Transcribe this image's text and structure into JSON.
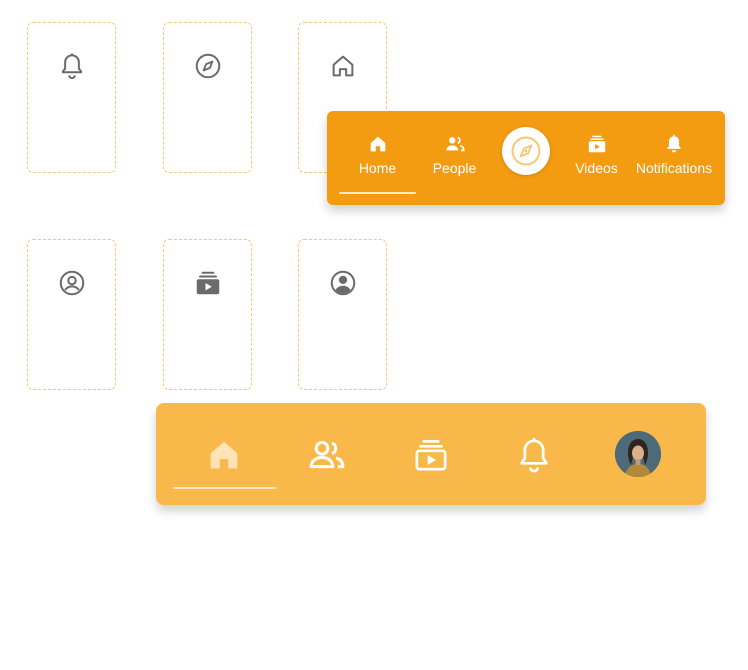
{
  "colors": {
    "primary": "#f39c12",
    "primary_light": "#f9b94a",
    "card_border": "#f6c873",
    "icon_gray": "#6b6b6b",
    "active_icon_light": "#fde3b5"
  },
  "icon_cards": [
    {
      "icon": "bell-outline-icon"
    },
    {
      "icon": "compass-icon"
    },
    {
      "icon": "home-outline-icon"
    },
    {
      "icon": "account-circle-outline-icon"
    },
    {
      "icon": "subscriptions-icon"
    },
    {
      "icon": "account-circle-icon"
    }
  ],
  "nav_labeled": {
    "items": [
      {
        "icon": "home-icon",
        "label": "Home",
        "active": true
      },
      {
        "icon": "people-icon",
        "label": "People"
      },
      {
        "icon": "compass-icon",
        "label": ""
      },
      {
        "icon": "videos-icon",
        "label": "Videos"
      },
      {
        "icon": "bell-icon",
        "label": "Notifications"
      }
    ]
  },
  "nav_icons": {
    "items": [
      {
        "icon": "home-icon",
        "active": true
      },
      {
        "icon": "people-icon"
      },
      {
        "icon": "videos-icon"
      },
      {
        "icon": "bell-icon"
      },
      {
        "icon": "avatar"
      }
    ]
  }
}
